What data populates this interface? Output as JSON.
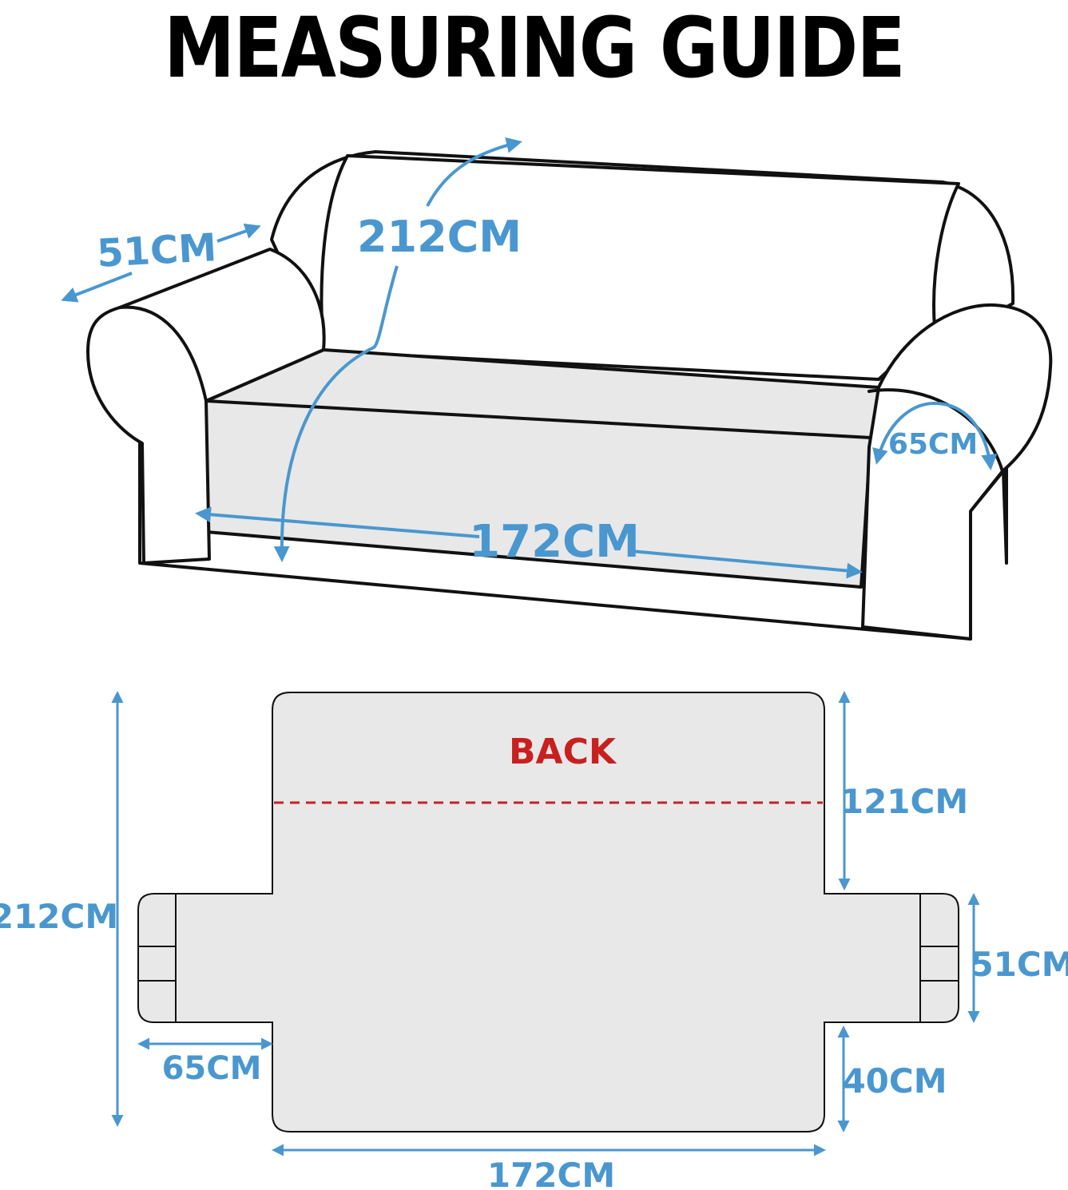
{
  "title": "MEASURING GUIDE",
  "colors": {
    "dimension": "#4a97cf",
    "outline": "#111111",
    "fill": "#e8e8e8",
    "back_label": "#c8201f"
  },
  "sofa_view": {
    "arm_width": "51CM",
    "total_depth": "212CM",
    "arm_height": "65CM",
    "seat_width": "172CM"
  },
  "flat_layout": {
    "back_label": "BACK",
    "total_length": "212CM",
    "back_length": "121CM",
    "arm_flap_width": "51CM",
    "seat_front_length": "40CM",
    "arm_flap_length": "65CM",
    "seat_width": "172CM"
  }
}
